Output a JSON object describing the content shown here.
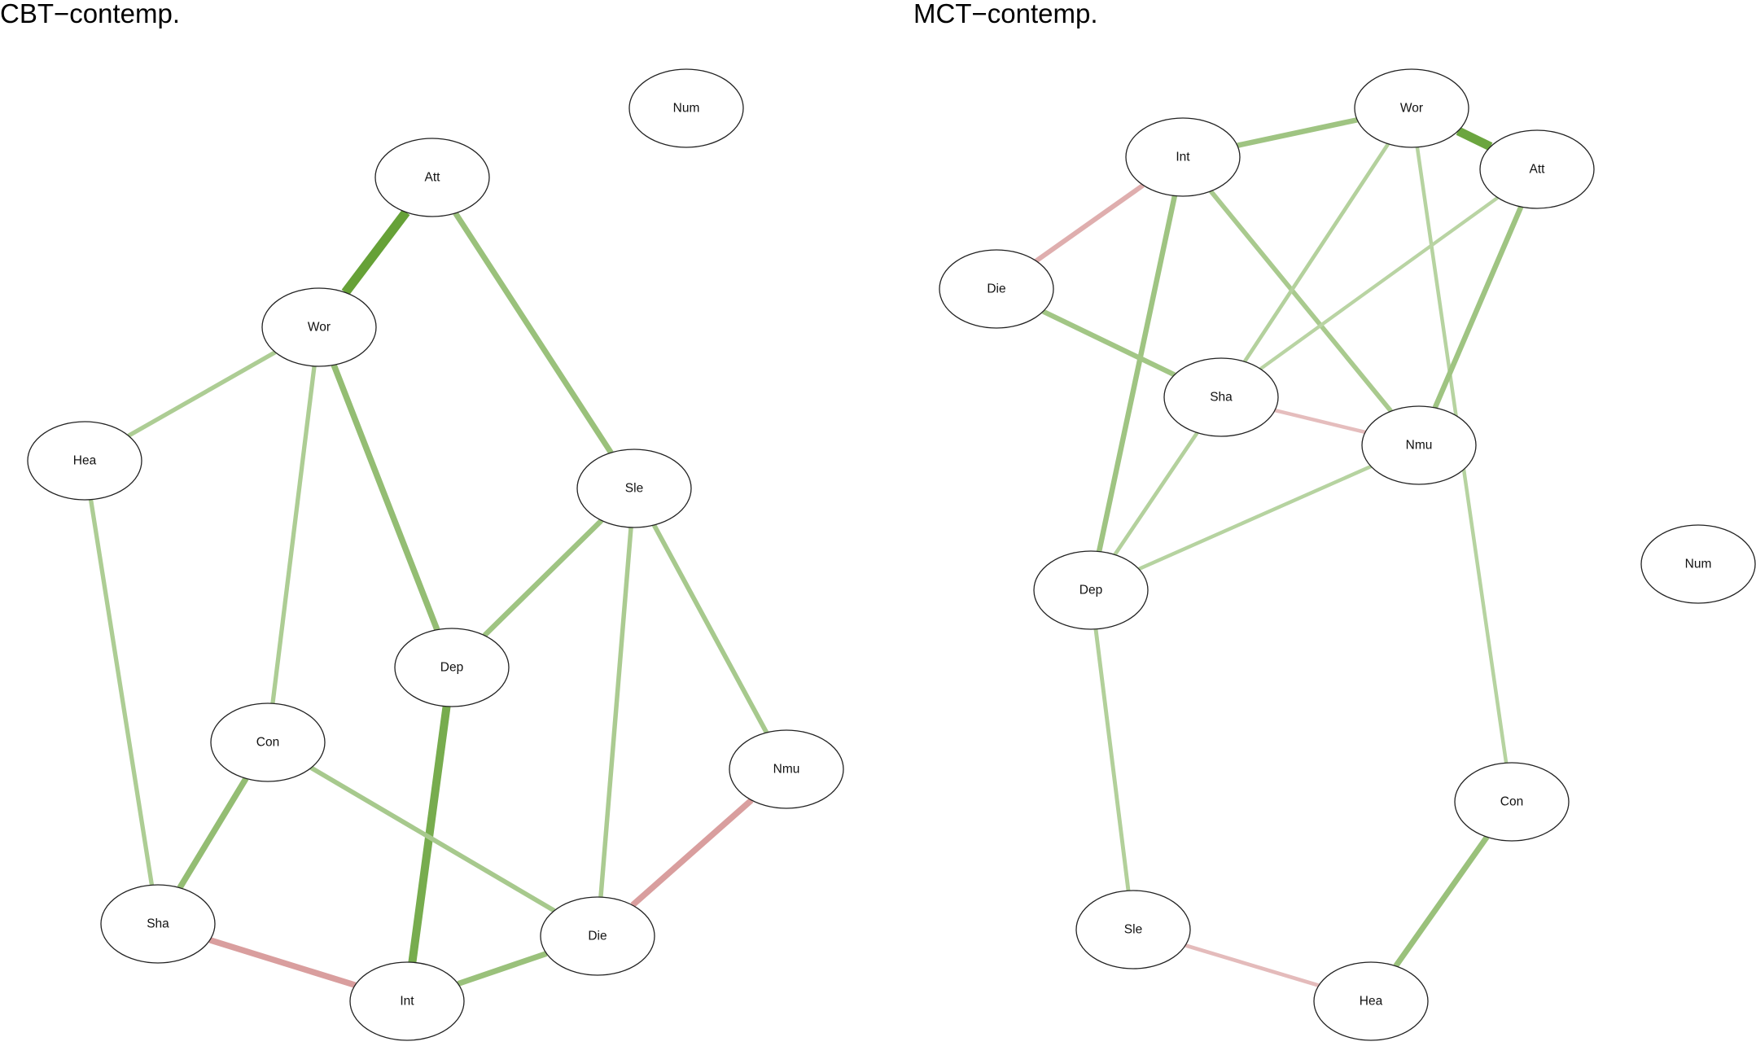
{
  "graphs": [
    {
      "id": "cbt",
      "title": "CBT−contemp.",
      "nodes": [
        {
          "id": "Num",
          "label": "Num"
        },
        {
          "id": "Att",
          "label": "Att"
        },
        {
          "id": "Wor",
          "label": "Wor"
        },
        {
          "id": "Hea",
          "label": "Hea"
        },
        {
          "id": "Sle",
          "label": "Sle"
        },
        {
          "id": "Dep",
          "label": "Dep"
        },
        {
          "id": "Con",
          "label": "Con"
        },
        {
          "id": "Nmu",
          "label": "Nmu"
        },
        {
          "id": "Sha",
          "label": "Sha"
        },
        {
          "id": "Die",
          "label": "Die"
        },
        {
          "id": "Int",
          "label": "Int"
        }
      ],
      "edges": [
        {
          "from": "Att",
          "to": "Wor",
          "sign": "positive",
          "weight": 0.9
        },
        {
          "from": "Att",
          "to": "Sle",
          "sign": "positive",
          "weight": 0.45
        },
        {
          "from": "Wor",
          "to": "Hea",
          "sign": "positive",
          "weight": 0.28
        },
        {
          "from": "Wor",
          "to": "Con",
          "sign": "positive",
          "weight": 0.28
        },
        {
          "from": "Wor",
          "to": "Dep",
          "sign": "positive",
          "weight": 0.5
        },
        {
          "from": "Hea",
          "to": "Sha",
          "sign": "positive",
          "weight": 0.28
        },
        {
          "from": "Sle",
          "to": "Dep",
          "sign": "positive",
          "weight": 0.4
        },
        {
          "from": "Sle",
          "to": "Die",
          "sign": "positive",
          "weight": 0.3
        },
        {
          "from": "Sle",
          "to": "Nmu",
          "sign": "positive",
          "weight": 0.33
        },
        {
          "from": "Dep",
          "to": "Int",
          "sign": "positive",
          "weight": 0.75
        },
        {
          "from": "Con",
          "to": "Sha",
          "sign": "positive",
          "weight": 0.5
        },
        {
          "from": "Con",
          "to": "Die",
          "sign": "positive",
          "weight": 0.33
        },
        {
          "from": "Nmu",
          "to": "Die",
          "sign": "negative",
          "weight": 0.5
        },
        {
          "from": "Sha",
          "to": "Int",
          "sign": "negative",
          "weight": 0.5
        },
        {
          "from": "Int",
          "to": "Die",
          "sign": "positive",
          "weight": 0.45
        }
      ]
    },
    {
      "id": "mct",
      "title": "MCT−contemp.",
      "nodes": [
        {
          "id": "Wor",
          "label": "Wor"
        },
        {
          "id": "Int",
          "label": "Int"
        },
        {
          "id": "Att",
          "label": "Att"
        },
        {
          "id": "Die",
          "label": "Die"
        },
        {
          "id": "Sha",
          "label": "Sha"
        },
        {
          "id": "Nmu",
          "label": "Nmu"
        },
        {
          "id": "Num",
          "label": "Num"
        },
        {
          "id": "Dep",
          "label": "Dep"
        },
        {
          "id": "Con",
          "label": "Con"
        },
        {
          "id": "Sle",
          "label": "Sle"
        },
        {
          "id": "Hea",
          "label": "Hea"
        }
      ],
      "edges": [
        {
          "from": "Wor",
          "to": "Att",
          "sign": "positive",
          "weight": 0.85
        },
        {
          "from": "Int",
          "to": "Wor",
          "sign": "positive",
          "weight": 0.4
        },
        {
          "from": "Int",
          "to": "Die",
          "sign": "negative",
          "weight": 0.35
        },
        {
          "from": "Int",
          "to": "Dep",
          "sign": "positive",
          "weight": 0.4
        },
        {
          "from": "Int",
          "to": "Nmu",
          "sign": "positive",
          "weight": 0.32
        },
        {
          "from": "Wor",
          "to": "Sha",
          "sign": "positive",
          "weight": 0.22
        },
        {
          "from": "Wor",
          "to": "Con",
          "sign": "positive",
          "weight": 0.2
        },
        {
          "from": "Att",
          "to": "Sha",
          "sign": "positive",
          "weight": 0.18
        },
        {
          "from": "Att",
          "to": "Nmu",
          "sign": "positive",
          "weight": 0.4
        },
        {
          "from": "Die",
          "to": "Sha",
          "sign": "positive",
          "weight": 0.38
        },
        {
          "from": "Sha",
          "to": "Nmu",
          "sign": "negative",
          "weight": 0.2
        },
        {
          "from": "Sha",
          "to": "Dep",
          "sign": "positive",
          "weight": 0.22
        },
        {
          "from": "Nmu",
          "to": "Dep",
          "sign": "positive",
          "weight": 0.2
        },
        {
          "from": "Dep",
          "to": "Sle",
          "sign": "positive",
          "weight": 0.24
        },
        {
          "from": "Con",
          "to": "Hea",
          "sign": "positive",
          "weight": 0.45
        },
        {
          "from": "Sle",
          "to": "Hea",
          "sign": "negative",
          "weight": 0.22
        }
      ]
    }
  ],
  "colors": {
    "positive": "#5a9a28",
    "negative": "#c46a6a",
    "node_fill": "#ffffff",
    "node_stroke": "#222222"
  }
}
